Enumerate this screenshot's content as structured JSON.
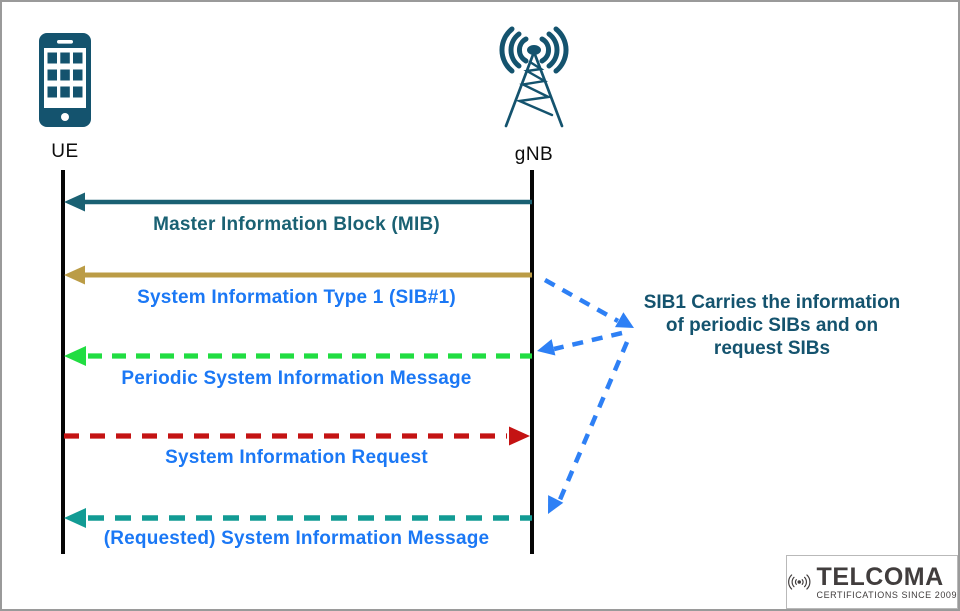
{
  "canvas": {
    "background": "#ffffff",
    "border_color": "#9a9a9a",
    "lifeline_color": "#060606"
  },
  "actors": [
    {
      "id": "ue",
      "label": "UE",
      "icon": "smartphone-icon",
      "color": "#14536e"
    },
    {
      "id": "gnb",
      "label": "gNB",
      "icon": "antenna-tower-icon",
      "color": "#14536e"
    }
  ],
  "messages": [
    {
      "label": "Master Information Block (MIB)",
      "from": "gNB",
      "to": "UE",
      "line_style": "solid",
      "arrow_color": "#1a6173",
      "label_color": "#1a6173"
    },
    {
      "label": "System Information Type 1 (SIB#1)",
      "from": "gNB",
      "to": "UE",
      "line_style": "solid",
      "arrow_color": "#bb9c46",
      "label_color": "#1b78f5"
    },
    {
      "label": "Periodic System Information Message",
      "from": "gNB",
      "to": "UE",
      "line_style": "dashed",
      "arrow_color": "#21dd42",
      "label_color": "#1b78f5"
    },
    {
      "label": "System Information Request",
      "from": "UE",
      "to": "gNB",
      "line_style": "dashed",
      "arrow_color": "#c41313",
      "label_color": "#1b78f5"
    },
    {
      "label": "(Requested) System Information Message",
      "from": "gNB",
      "to": "UE",
      "line_style": "dashed",
      "arrow_color": "#129b94",
      "label_color": "#1b78f5"
    }
  ],
  "annotation": {
    "text": "SIB1 Carries the information\nof periodic SIBs and on\nrequest SIBs",
    "color": "#14536e",
    "connector_color": "#2e80f5"
  },
  "branding": {
    "name": "TELCOMA",
    "tagline": "CERTIFICATIONS SINCE 2009",
    "icon": "radio-waves-icon",
    "color": "#413d3d"
  }
}
